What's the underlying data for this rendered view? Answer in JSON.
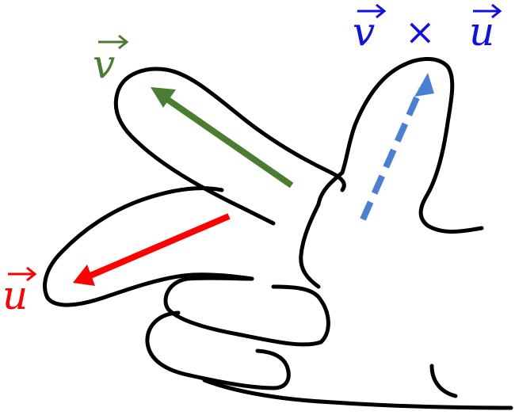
{
  "colors": {
    "u": "#ff0000",
    "v": "#4a7d2f",
    "cross": "#4a7fd4",
    "cross_label": "#1010e6",
    "outline": "#000000"
  },
  "labels": {
    "v": "v",
    "u": "u",
    "cross_v": "v",
    "cross_op": "×",
    "cross_u": "u"
  }
}
